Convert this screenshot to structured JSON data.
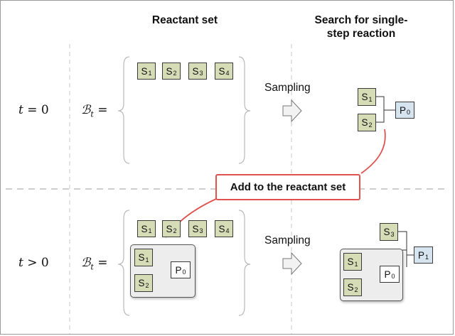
{
  "headers": {
    "reactant_set": "Reactant set",
    "search": "Search for single-step reaction"
  },
  "rows": [
    {
      "t_label_var": "t",
      "t_label_rest": " = 0",
      "b_symbol": "ℬ",
      "b_sub": "t",
      "b_eq": " =",
      "sampling": "Sampling",
      "set_items": [
        {
          "name": "S",
          "sub": "1"
        },
        {
          "name": "S",
          "sub": "2"
        },
        {
          "name": "S",
          "sub": "3"
        },
        {
          "name": "S",
          "sub": "4"
        }
      ],
      "reaction": {
        "inputs": [
          {
            "name": "S",
            "sub": "1"
          },
          {
            "name": "S",
            "sub": "2"
          }
        ],
        "product": {
          "name": "P",
          "sub": "0"
        }
      }
    },
    {
      "t_label_var": "t",
      "t_label_rest": " > 0",
      "b_symbol": "ℬ",
      "b_sub": "t",
      "b_eq": " =",
      "sampling": "Sampling",
      "set_items": [
        {
          "name": "S",
          "sub": "1"
        },
        {
          "name": "S",
          "sub": "2"
        },
        {
          "name": "S",
          "sub": "3"
        },
        {
          "name": "S",
          "sub": "4"
        }
      ],
      "set_group": {
        "inputs": [
          {
            "name": "S",
            "sub": "1"
          },
          {
            "name": "S",
            "sub": "2"
          }
        ],
        "product": {
          "name": "P",
          "sub": "0"
        }
      },
      "reaction": {
        "extra_input": {
          "name": "S",
          "sub": "3"
        },
        "group": {
          "inputs": [
            {
              "name": "S",
              "sub": "1"
            },
            {
              "name": "S",
              "sub": "2"
            }
          ],
          "product": {
            "name": "P",
            "sub": "0"
          }
        },
        "product": {
          "name": "P",
          "sub": "1"
        }
      }
    }
  ],
  "callout": "Add to the reactant set",
  "colors": {
    "reactant_fill": "#d6dcb6",
    "product_fill": "#d5e4ee",
    "arrow_red": "#e0524e",
    "group_fill": "#ededed"
  }
}
